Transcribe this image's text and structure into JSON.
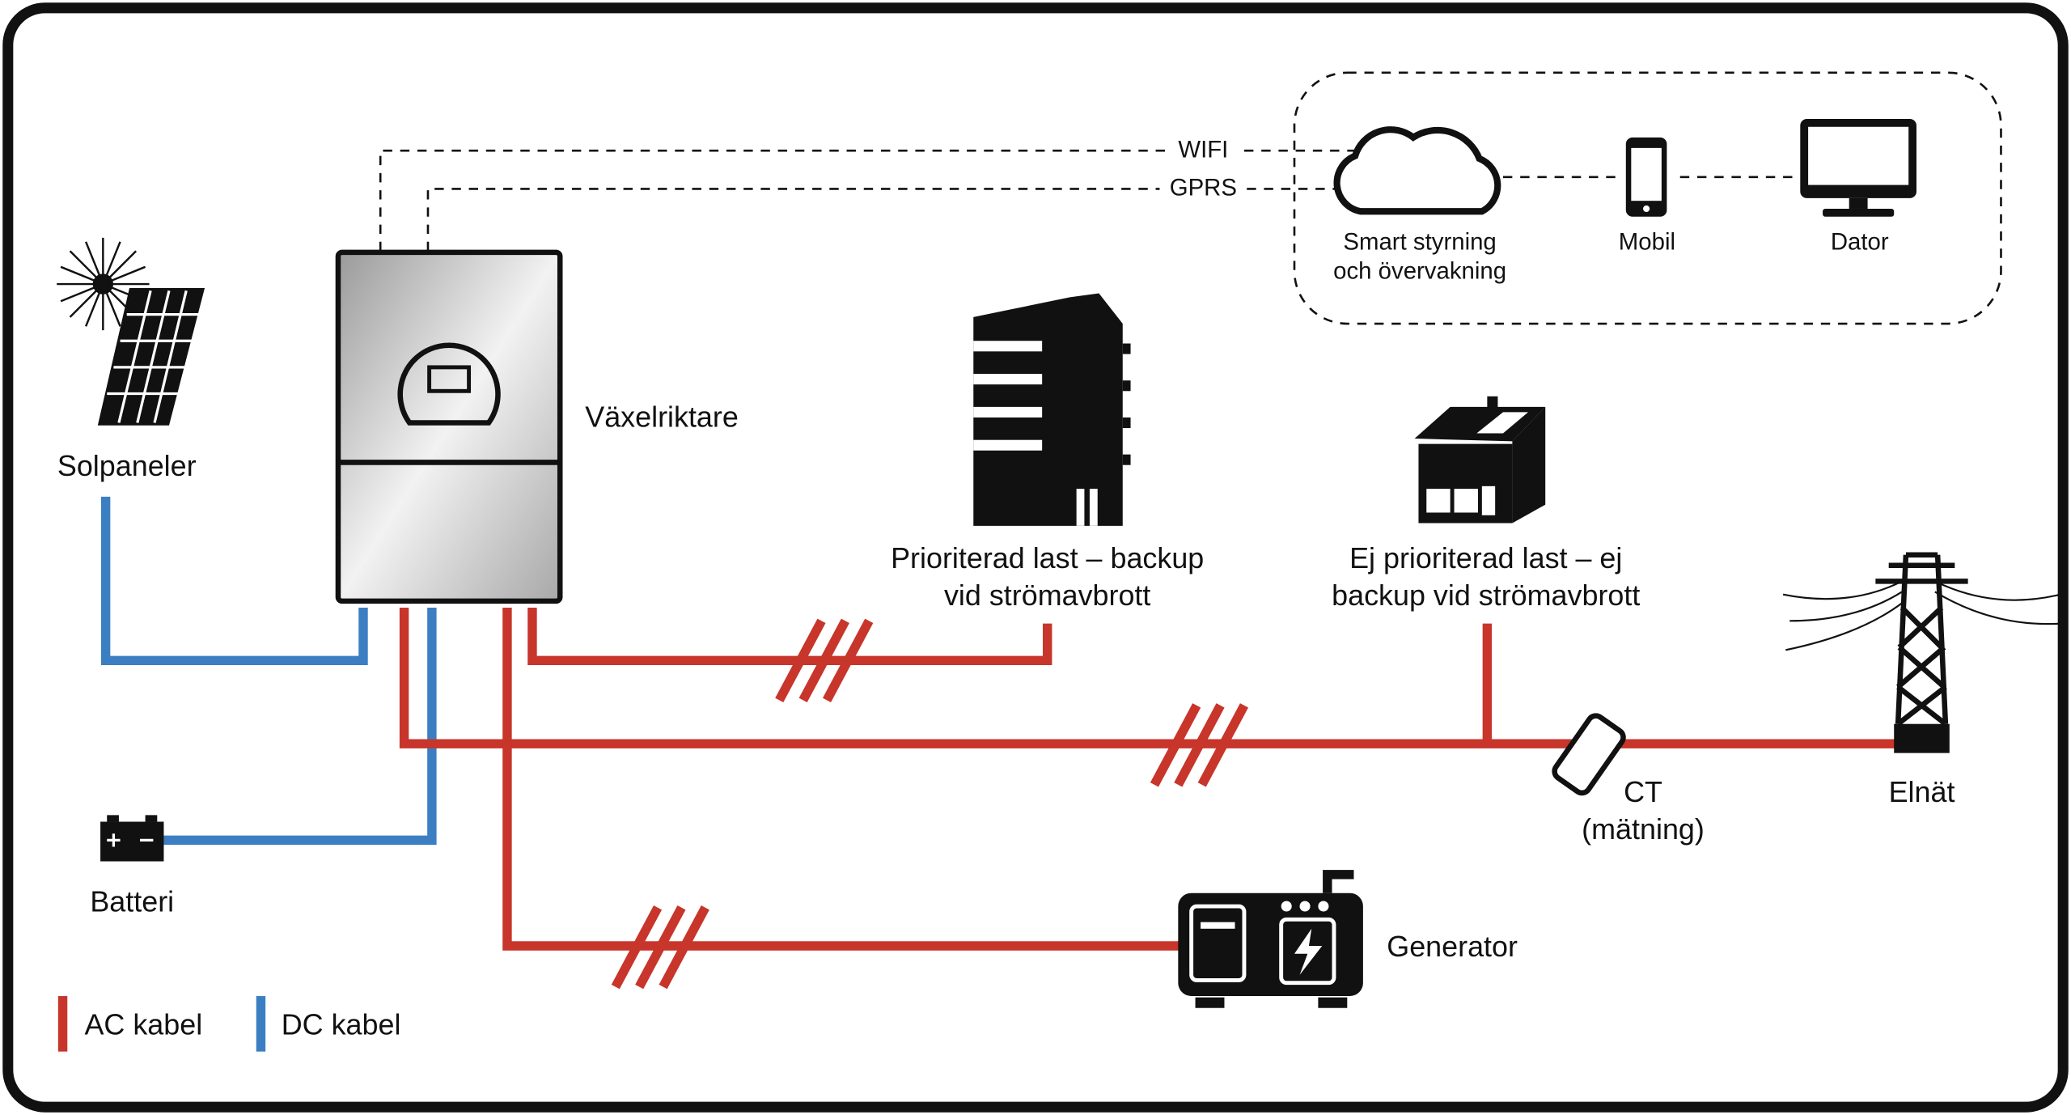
{
  "colors": {
    "ac": "#c8352a",
    "dc": "#3b7fc2",
    "outline": "#111111"
  },
  "labels": {
    "solar": "Solpaneler",
    "inverter": "Växelriktare",
    "battery": "Batteri",
    "priority_load": [
      "Prioriterad last – backup",
      "vid strömavbrott"
    ],
    "non_priority_load": [
      "Ej prioriterad last – ej",
      "backup vid strömavbrott"
    ],
    "ct": [
      "CT",
      "(mätning)"
    ],
    "grid": "Elnät",
    "generator": "Generator",
    "wifi": "WIFI",
    "gprs": "GPRS",
    "cloud": [
      "Smart styrning",
      "och övervakning"
    ],
    "mobile": "Mobil",
    "computer": "Dator"
  },
  "legend": [
    {
      "label": "AC kabel",
      "color": "#c8352a"
    },
    {
      "label": "DC kabel",
      "color": "#3b7fc2"
    }
  ]
}
